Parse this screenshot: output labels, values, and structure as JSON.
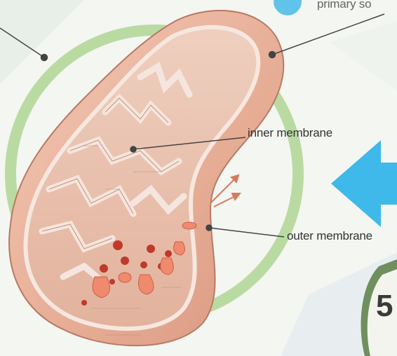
{
  "labels": {
    "top_partial": "primary so",
    "inner_membrane": "inner membrane",
    "outer_membrane": "outer membrane",
    "step_number": "5"
  },
  "colors": {
    "ring": "#b9dba2",
    "arrow": "#3fb8ea",
    "membrane": "#e9b7a1",
    "cristae": "#efe3dc",
    "ribosome": "#c0392b",
    "atp_synthase": "#f08a6c",
    "leader_line": "#444444",
    "badge": "#6f8f5f"
  }
}
